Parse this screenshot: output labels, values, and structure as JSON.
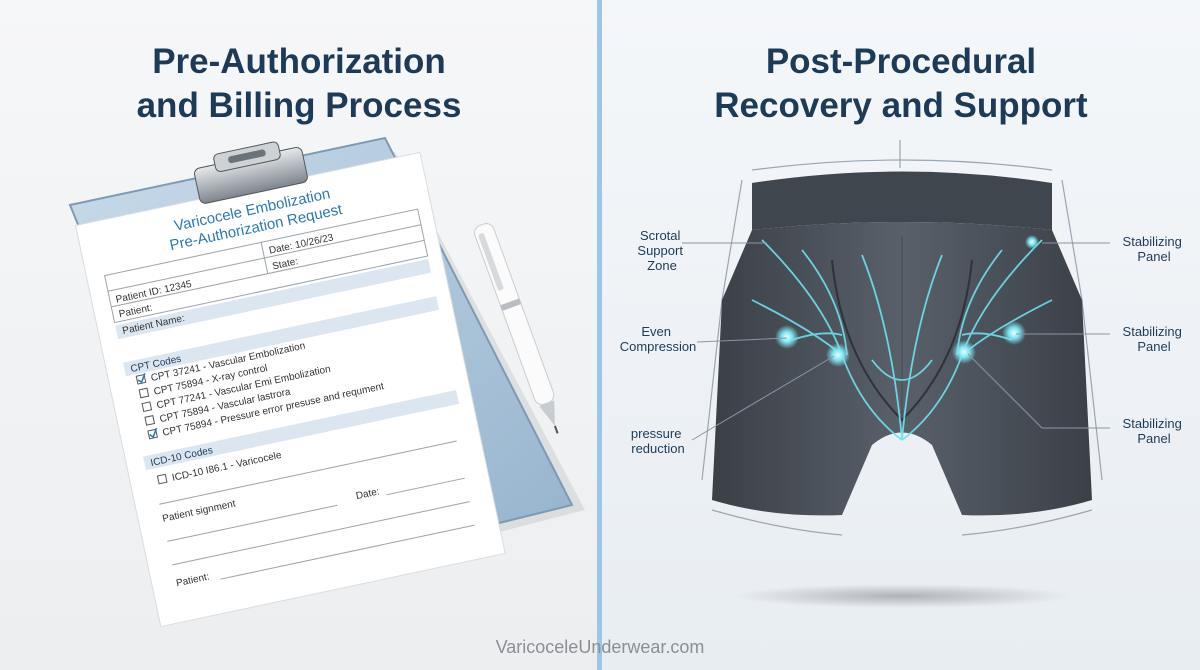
{
  "left": {
    "title_line1": "Pre-Authorization",
    "title_line2": "and Billing Process",
    "form": {
      "heading1": "Varicocele Embolization",
      "heading2": "Pre-Authorization Request",
      "date": "Date: 10/26/23",
      "patient_id": "Patient ID: 12345",
      "state": "State:",
      "patient": "Patient:",
      "patient_name": "Patient Name:",
      "cpt_header": "CPT Codes",
      "cpt_items": [
        {
          "label": "CPT 37241 - Vascular Embolization",
          "checked": true
        },
        {
          "label": "CPT 75894 - X-ray control",
          "checked": false
        },
        {
          "label": "CPT 77241 - Vascular Emi Embolization",
          "checked": false
        },
        {
          "label": "CPT 75894 - Vascular lastrora",
          "checked": false
        },
        {
          "label": "CPT 75894 - Pressure error presuse and requment",
          "checked": true
        }
      ],
      "icd_header": "ICD-10 Codes",
      "icd_item": "ICD-10 I86.1 - Varicocele",
      "signature": "Patient signment",
      "date2": "Date:",
      "patient_footer": "Patient:"
    }
  },
  "right": {
    "title_line1": "Post-Procedural",
    "title_line2": "Recovery and Support",
    "labels": {
      "scrotal_support": [
        "Scrotal",
        "Support",
        "Zone"
      ],
      "even_compression": [
        "Even",
        "Compression"
      ],
      "pressure_reduction": [
        "pressure",
        "reduction"
      ],
      "stabilizing_1": [
        "Stabilizing",
        "Panel"
      ],
      "stabilizing_2": [
        "Stabilizing",
        "Panel"
      ],
      "stabilizing_3": [
        "Stabilizing",
        "Panel"
      ]
    }
  },
  "footer": "VaricoceleUnderwear.com",
  "colors": {
    "title": "#1d3b57",
    "accent": "#2a8bd0",
    "divider": "#9cc6e6",
    "garment": "#4a5058",
    "glow": "#7ce3f0"
  }
}
